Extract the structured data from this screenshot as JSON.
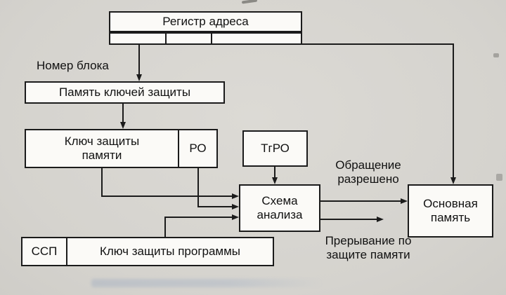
{
  "diagram": {
    "boxes": {
      "address_register": "Регистр адреса",
      "key_memory": "Память ключей защиты",
      "memory_protection_key": "Ключ защиты памяти",
      "ro": "РО",
      "tgro": "ТгРО",
      "analysis_scheme": "Схема анализа",
      "main_memory": "Основная память",
      "ssp": "ССП",
      "program_protection_key": "Ключ защиты программы"
    },
    "labels": {
      "block_number": "Номер блока",
      "access_allowed": "Обращение разрешено",
      "memory_interrupt": "Прерывание по защите памяти"
    },
    "colors": {
      "paper": "#d7d5d0",
      "box_fill": "#fbfaf7",
      "line": "#1b1b1b"
    }
  }
}
